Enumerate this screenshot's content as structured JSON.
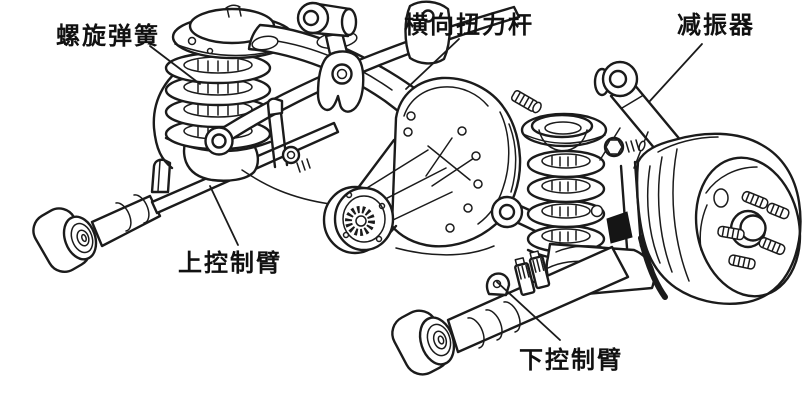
{
  "page": {
    "background": "#ffffff",
    "ink": "#1b1b1b"
  },
  "figure": {
    "kind": "rear-suspension-line-drawing",
    "labels": {
      "coil_spring": "螺旋弹簧",
      "transverse_torsion_bar": "横向扭力杆",
      "shock_absorber": "减振器",
      "upper_control_arm": "上控制臂",
      "lower_control_arm": "下控制臂"
    }
  }
}
